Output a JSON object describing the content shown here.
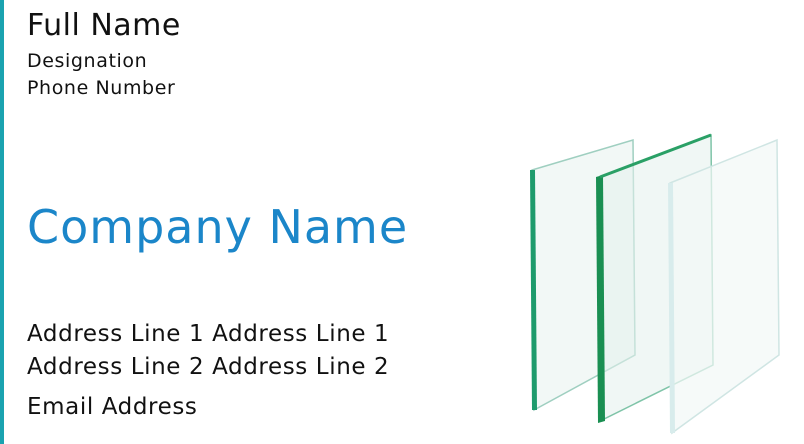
{
  "card": {
    "full_name": "Full Name",
    "designation": "Designation",
    "phone": "Phone Number",
    "company": "Company Name",
    "address_line_1": "Address Line 1 Address Line 1",
    "address_line_2": "Address Line 2 Address Line 2",
    "email": "Email Address"
  },
  "colors": {
    "accent_bar": "#1aa3b0",
    "company_text": "#1b86c9",
    "glass_edge_green": "#1f9a5c"
  },
  "graphic": {
    "icon": "glass-panels-icon"
  }
}
